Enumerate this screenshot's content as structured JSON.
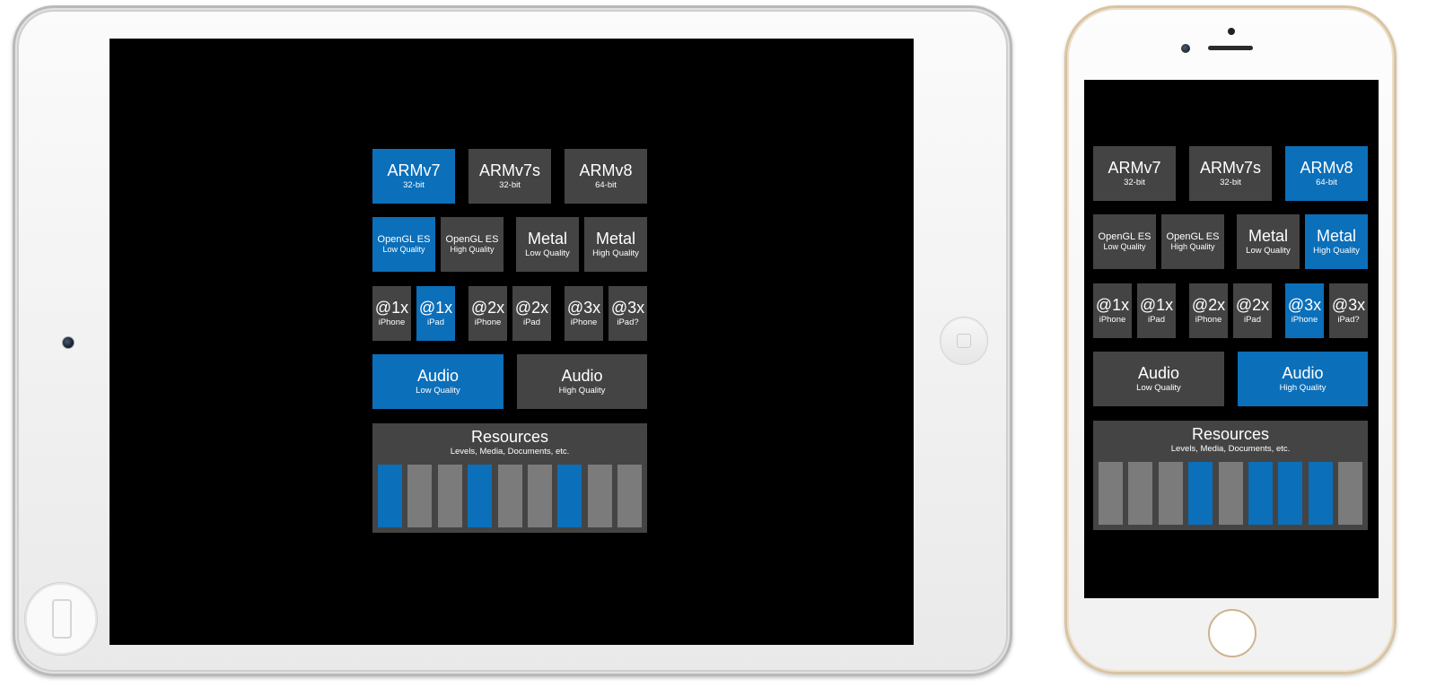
{
  "colors": {
    "active": "#0b6fba",
    "inactive": "#444444",
    "resource_inactive": "#7b7b7b"
  },
  "devices": {
    "ipad": {
      "arch": [
        {
          "title": "ARMv7",
          "sub": "32-bit",
          "active": true
        },
        {
          "title": "ARMv7s",
          "sub": "32-bit",
          "active": false
        },
        {
          "title": "ARMv8",
          "sub": "64-bit",
          "active": false
        }
      ],
      "graphics": [
        {
          "title": "OpenGL ES",
          "sub": "Low Quality",
          "active": true
        },
        {
          "title": "OpenGL ES",
          "sub": "High Quality",
          "active": false
        },
        {
          "title": "Metal",
          "sub": "Low Quality",
          "active": false
        },
        {
          "title": "Metal",
          "sub": "High Quality",
          "active": false
        }
      ],
      "scales": [
        {
          "title": "@1x",
          "sub": "iPhone",
          "active": false
        },
        {
          "title": "@1x",
          "sub": "iPad",
          "active": true
        },
        {
          "title": "@2x",
          "sub": "iPhone",
          "active": false
        },
        {
          "title": "@2x",
          "sub": "iPad",
          "active": false
        },
        {
          "title": "@3x",
          "sub": "iPhone",
          "active": false
        },
        {
          "title": "@3x",
          "sub": "iPad?",
          "active": false
        }
      ],
      "audio": [
        {
          "title": "Audio",
          "sub": "Low Quality",
          "active": true
        },
        {
          "title": "Audio",
          "sub": "High Quality",
          "active": false
        }
      ],
      "resources": {
        "title": "Resources",
        "sub": "Levels, Media, Documents, etc.",
        "bars": [
          true,
          false,
          false,
          true,
          false,
          false,
          true,
          false,
          false
        ]
      }
    },
    "iphone": {
      "arch": [
        {
          "title": "ARMv7",
          "sub": "32-bit",
          "active": false
        },
        {
          "title": "ARMv7s",
          "sub": "32-bit",
          "active": false
        },
        {
          "title": "ARMv8",
          "sub": "64-bit",
          "active": true
        }
      ],
      "graphics": [
        {
          "title": "OpenGL ES",
          "sub": "Low Quality",
          "active": false
        },
        {
          "title": "OpenGL ES",
          "sub": "High Quality",
          "active": false
        },
        {
          "title": "Metal",
          "sub": "Low Quality",
          "active": false
        },
        {
          "title": "Metal",
          "sub": "High Quality",
          "active": true
        }
      ],
      "scales": [
        {
          "title": "@1x",
          "sub": "iPhone",
          "active": false
        },
        {
          "title": "@1x",
          "sub": "iPad",
          "active": false
        },
        {
          "title": "@2x",
          "sub": "iPhone",
          "active": false
        },
        {
          "title": "@2x",
          "sub": "iPad",
          "active": false
        },
        {
          "title": "@3x",
          "sub": "iPhone",
          "active": true
        },
        {
          "title": "@3x",
          "sub": "iPad?",
          "active": false
        }
      ],
      "audio": [
        {
          "title": "Audio",
          "sub": "Low Quality",
          "active": false
        },
        {
          "title": "Audio",
          "sub": "High Quality",
          "active": true
        }
      ],
      "resources": {
        "title": "Resources",
        "sub": "Levels, Media, Documents, etc.",
        "bars": [
          false,
          false,
          false,
          true,
          false,
          true,
          true,
          true,
          false
        ]
      }
    }
  }
}
